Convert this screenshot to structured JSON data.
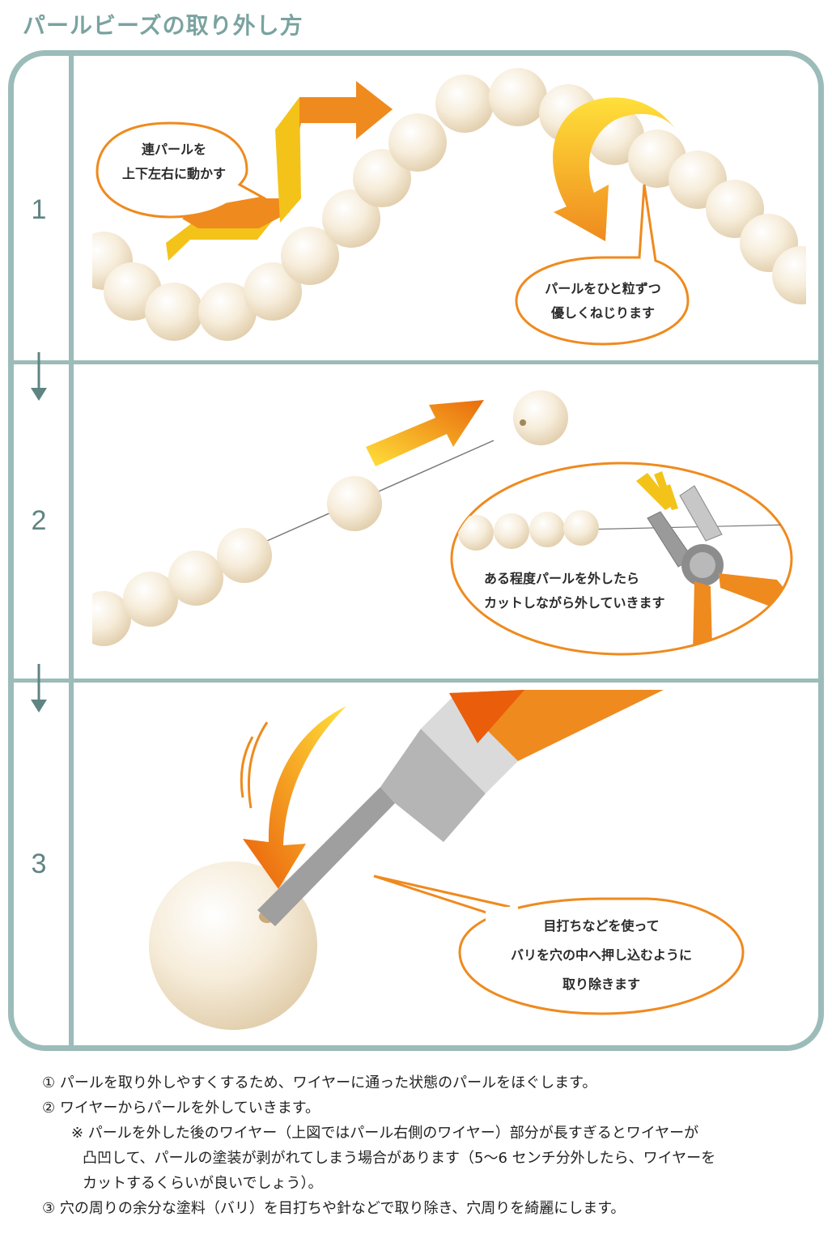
{
  "page": {
    "title": "パールビーズの取り外し方"
  },
  "steps": [
    {
      "number": "1"
    },
    {
      "number": "2"
    },
    {
      "number": "3"
    }
  ],
  "step1": {
    "bubble_move": {
      "line1": "連パールを",
      "line2": "上下左右に動かす"
    },
    "bubble_twist": {
      "line1": "パールをひと粒ずつ",
      "line2": "優しくねじります"
    }
  },
  "step2": {
    "bubble_cut": {
      "line1": "ある程度パールを外したら",
      "line2": "カットしながら外していきます"
    }
  },
  "step3": {
    "bubble_burr": {
      "line1": "目打ちなどを使って",
      "line2": "バリを穴の中へ押し込むように",
      "line3": "取り除きます"
    }
  },
  "notes": {
    "n1": "① パールを取り外しやすくするため、ワイヤーに通った状態のパールをほぐします。",
    "n2": "② ワイヤーからパールを外していきます。",
    "n2_note_a": "※ パールを外した後のワイヤー（上図ではパール右側のワイヤー）部分が長すぎるとワイヤーが",
    "n2_note_b": "凸凹して、パールの塗装が剥がれてしまう場合があります（5〜6 センチ分外したら、ワイヤーを",
    "n2_note_c": "カットするくらいが良いでしょう）。",
    "n3": "③ 穴の周りの余分な塗料（バリ）を目打ちや針などで取り除き、穴周りを綺麗にします。"
  },
  "colors": {
    "frame": "#9bbcb8",
    "accent_orange": "#ef8a1e",
    "accent_yellow": "#f5c518",
    "pearl": "#f6ecd9"
  }
}
